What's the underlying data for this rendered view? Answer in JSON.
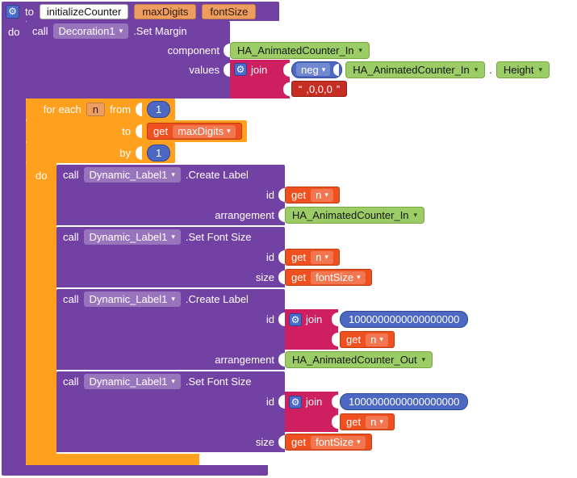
{
  "colors": {
    "purple": "#7141A4",
    "orange": "#FFA11E",
    "chip": "#EE9D60",
    "chip-border": "#BF7C40",
    "get": "#EF501F",
    "get-border": "#C03C10",
    "blue": "#4C68C2",
    "blue-border": "#2B4693",
    "magenta": "#CE2061",
    "green": "#9CCC65",
    "green-border": "#76A83F",
    "red": "#C62E24",
    "red-border": "#931F18",
    "gear-blue": "#4A6BC9"
  },
  "ui": {
    "caret": "▾",
    "gear": "⚙",
    "quote_open": "“",
    "quote_close": "”"
  },
  "procedure": {
    "to_label": "to",
    "name": "initializeCounter",
    "param1": "maxDigits",
    "param2": "fontSize",
    "do_label": "do"
  },
  "set_margin": {
    "call_label": "call",
    "component_dropdown": "Decoration1",
    "method_label": ".Set Margin",
    "component_arg_label": "component",
    "values_arg_label": "values",
    "component_value": "HA_AnimatedCounter_In",
    "join_label": "join",
    "neg_label": "neg",
    "neg_component": "HA_AnimatedCounter_In",
    "dot": ".",
    "neg_property": "Height",
    "text_value": ",0,0,0"
  },
  "for_each": {
    "for_each_label": "for each",
    "var_name": "n",
    "from_label": "from",
    "from_value": "1",
    "to_label": "to",
    "get_label": "get",
    "to_var": "maxDigits",
    "by_label": "by",
    "by_value": "1",
    "do_label": "do"
  },
  "calls": [
    {
      "call_label": "call",
      "component": "Dynamic_Label1",
      "method": ".Create Label",
      "id_label": "id",
      "id_get": "get",
      "id_var": "n",
      "arrangement_label": "arrangement",
      "arrangement_value": "HA_AnimatedCounter_In"
    },
    {
      "call_label": "call",
      "component": "Dynamic_Label1",
      "method": ".Set Font Size",
      "id_label": "id",
      "id_get": "get",
      "id_var": "n",
      "size_label": "size",
      "size_get": "get",
      "size_var": "fontSize"
    },
    {
      "call_label": "call",
      "component": "Dynamic_Label1",
      "method": ".Create Label",
      "id_label": "id",
      "join_label": "join",
      "join_number": "1000000000000000000",
      "join_get": "get",
      "join_var": "n",
      "arrangement_label": "arrangement",
      "arrangement_value": "HA_AnimatedCounter_Out"
    },
    {
      "call_label": "call",
      "component": "Dynamic_Label1",
      "method": ".Set Font Size",
      "id_label": "id",
      "join_label": "join",
      "join_number": "1000000000000000000",
      "join_get": "get",
      "join_var": "n",
      "size_label": "size",
      "size_get": "get",
      "size_var": "fontSize"
    }
  ]
}
